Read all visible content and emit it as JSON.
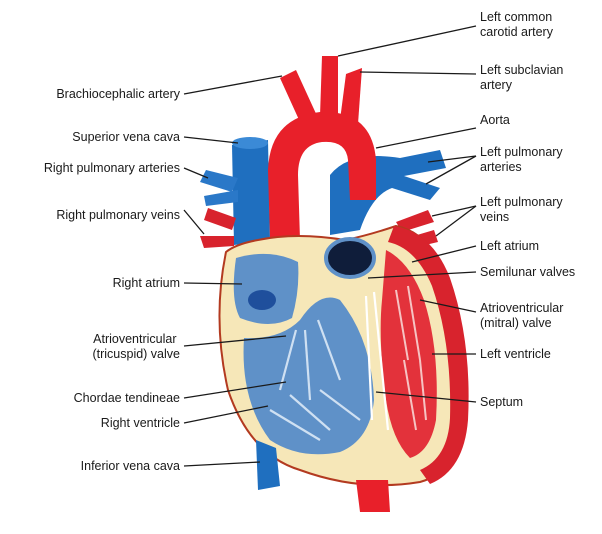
{
  "colors": {
    "artery_red": "#e8202a",
    "vein_blue": "#1f6fbf",
    "chamber_blue": "#5f91c8",
    "wall_cream": "#f6e7b8",
    "chamber_red": "#e3323b",
    "label_text": "#1a1a1a"
  },
  "labels": {
    "left_common_carotid": [
      "Left common",
      "carotid artery"
    ],
    "left_subclavian": [
      "Left subclavian",
      "artery"
    ],
    "aorta": [
      "Aorta"
    ],
    "left_pulmonary_arteries": [
      "Left pulmonary",
      "arteries"
    ],
    "left_pulmonary_veins": [
      "Left pulmonary",
      "veins"
    ],
    "left_atrium": [
      "Left atrium"
    ],
    "semilunar_valves": [
      "Semilunar valves"
    ],
    "atrioventricular_mitral": [
      "Atrioventricular",
      "(mitral) valve"
    ],
    "left_ventricle": [
      "Left ventricle"
    ],
    "septum": [
      "Septum"
    ],
    "brachiocephalic": [
      "Brachiocephalic artery"
    ],
    "superior_vena_cava": [
      "Superior vena cava"
    ],
    "right_pulmonary_arteries": [
      "Right pulmonary arteries"
    ],
    "right_pulmonary_veins": [
      "Right pulmonary veins"
    ],
    "right_atrium": [
      "Right atrium"
    ],
    "atrioventricular_tricuspid": [
      "Atrioventricular",
      "(tricuspid) valve"
    ],
    "chordae_tendineae": [
      "Chordae tendineae"
    ],
    "right_ventricle": [
      "Right ventricle"
    ],
    "inferior_vena_cava": [
      "Inferior vena cava"
    ]
  }
}
